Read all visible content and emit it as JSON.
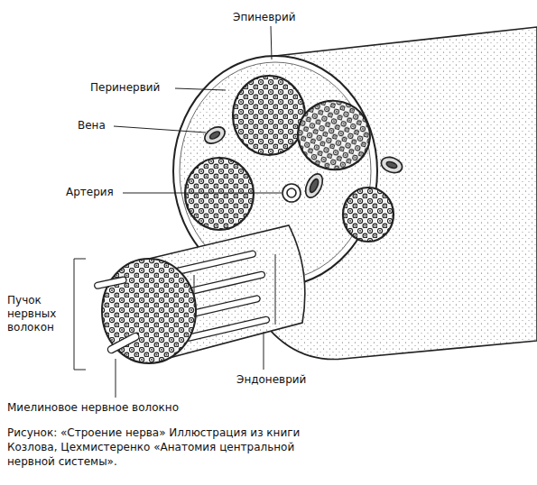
{
  "diagram": {
    "caption": "Рисунок: «Строение нерва» Иллюстрация из книги Козлова, Цехмистеренко «Анатомия центральной нервной системы».",
    "labels": [
      "Эпиневрий",
      "Перинервий",
      "Вена",
      "Артерия",
      "Пучок нервных волокон",
      "Эндоневрий",
      "Миелиновое нервное волокно"
    ]
  }
}
